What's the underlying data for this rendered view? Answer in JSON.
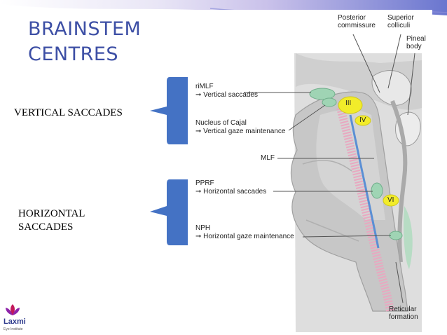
{
  "slide": {
    "title_line1": "BRAINSTEM",
    "title_line2": "CENTRES",
    "left_labels": {
      "vertical": "VERTICAL SACCADES",
      "horizontal_line1": "HORIZONTAL",
      "horizontal_line2": "SACCADES"
    },
    "logo": {
      "name": "Laxmi",
      "tagline": "Eye Institute"
    }
  },
  "diagram": {
    "top_labels": {
      "posterior_commissure": [
        "Posterior",
        "commissure"
      ],
      "superior_colliculi": [
        "Superior",
        "colliculi"
      ],
      "pineal_body": [
        "Pineal",
        "body"
      ]
    },
    "centers": [
      {
        "name": "riMLF",
        "function": "Vertical saccades"
      },
      {
        "name": "Nucleus of Cajal",
        "function": "Vertical gaze maintenance"
      },
      {
        "name": "PPRF",
        "function": "Horizontal saccades"
      },
      {
        "name": "NPH",
        "function": "Horizontal gaze maintenance"
      }
    ],
    "mlf_label": "MLF",
    "nuclei": [
      "III",
      "IV",
      "VI"
    ],
    "reticular_formation": [
      "Reticular",
      "formation"
    ]
  },
  "colors": {
    "title": "#3d4fa5",
    "bracket": "#4472c4",
    "nucleus_yellow": "#f2ec2a",
    "nucleus_green": "#9fd4b4",
    "mlf_blue": "#5b8fd4",
    "reticular_pink": "#e8a8c0"
  }
}
